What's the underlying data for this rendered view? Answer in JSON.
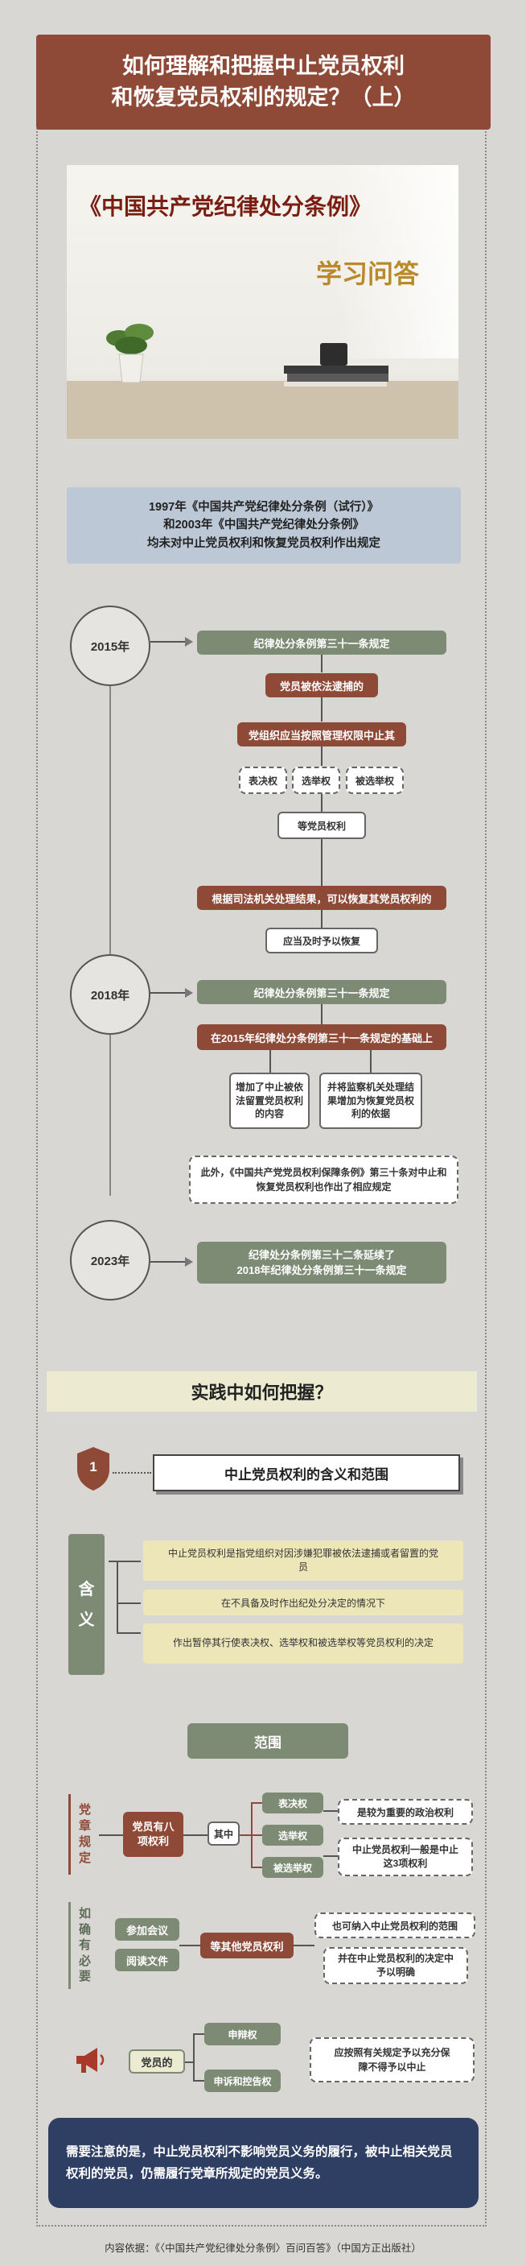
{
  "header": {
    "title_line1": "如何理解和把握中止党员权利",
    "title_line2": "和恢复党员权利的规定？（上）"
  },
  "hero": {
    "book_title": "《中国共产党纪律处分条例》",
    "subtitle": "学习问答"
  },
  "intro": {
    "line1": "1997年《中国共产党纪律处分条例（试行）》",
    "line2": "和2003年《中国共产党纪律处分条例》",
    "line3": "均未对中止党员权利和恢复党员权利作出规定"
  },
  "timeline": {
    "years": [
      "2015年",
      "2018年",
      "2023年"
    ],
    "n2015": {
      "article": "纪律处分条例第三十一条规定",
      "condition": "党员被依法逮捕的",
      "action": "党组织应当按照管理权限中止其",
      "rights": [
        "表决权",
        "选举权",
        "被选举权"
      ],
      "etc": "等党员权利",
      "restore": "根据司法机关处理结果，可以恢复其党员权利的",
      "timely": "应当及时予以恢复"
    },
    "n2018": {
      "article": "纪律处分条例第三十一条规定",
      "basis": "在2015年纪律处分条例第三十一条规定的基础上",
      "add1": "增加了中止被依法留置党员权利的内容",
      "add2": "并将监察机关处理结果增加为恢复党员权利的依据",
      "note": "此外，《中国共产党党员权利保障条例》第三十条对中止和恢复党员权利也作出了相应规定"
    },
    "n2023": {
      "article_line1": "纪律处分条例第三十二条延续了",
      "article_line2": "2018年纪律处分条例第三十一条规定"
    }
  },
  "practice": {
    "heading": "实践中如何把握？",
    "section_number": "1",
    "section_title": "中止党员权利的含义和范围",
    "meaning_label": [
      "含",
      "义"
    ],
    "meaning_items": [
      "中止党员权利是指党组织对因涉嫌犯罪被依法逮捕或者留置的党员",
      "在不具备及时作出纪处分决定的情况下",
      "作出暂停其行使表决权、选举权和被选举权等党员权利的决定"
    ],
    "range_title": "范围",
    "charter_label": [
      "党",
      "章",
      "规",
      "定"
    ],
    "eight_rights": "党员有八项权利",
    "among": "其中",
    "three_rights": [
      "表决权",
      "选举权",
      "被选举权"
    ],
    "important_note": "是较为重要的政治权利",
    "suspend_note": "中止党员权利一般是中止这3项权利",
    "needed_label": [
      "如",
      "确",
      "有",
      "必",
      "要"
    ],
    "needed_items": [
      "参加会议",
      "阅读文件"
    ],
    "other_rights": "等其他党员权利",
    "needed_note1": "也可纳入中止党员权利的范围",
    "needed_note2": "并在中止党员权利的决定中予以明确",
    "members": "党员的",
    "protected_rights": [
      "申辩权",
      "申诉和控告权"
    ],
    "protected_note": "应按照有关规定予以充分保障不得予以中止",
    "final_note": "需要注意的是，中止党员权利不影响党员义务的履行，被中止相关党员权利的党员，仍需履行党章所规定的党员义务。"
  },
  "footer": {
    "source": "内容依据：《〈中国共产党纪律处分条例〉百问百答》（中国方正出版社）"
  },
  "colors": {
    "green": "#7d8b75",
    "brown": "#8f4a37",
    "navy": "#2f3e63",
    "beige": "#ece6b8"
  }
}
